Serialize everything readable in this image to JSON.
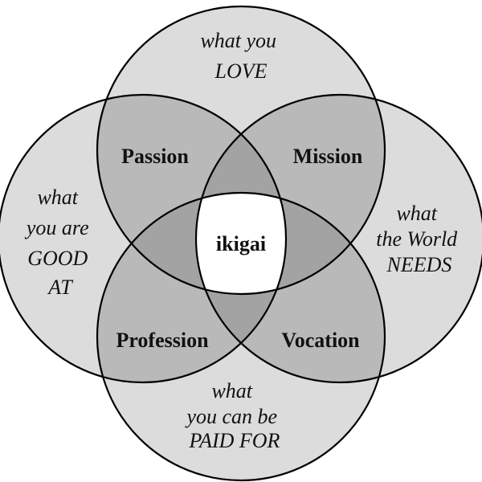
{
  "circles": {
    "top": {
      "lines": [
        "what you",
        "LOVE"
      ]
    },
    "left": {
      "lines": [
        "what",
        "you are",
        "GOOD",
        "AT"
      ]
    },
    "right": {
      "lines": [
        "what",
        "the World",
        "NEEDS"
      ]
    },
    "bottom": {
      "lines": [
        "what",
        "you can be",
        "PAID FOR"
      ]
    }
  },
  "intersections": {
    "passion": "Passion",
    "mission": "Mission",
    "profession": "Profession",
    "vocation": "Vocation"
  },
  "center": "ikigai",
  "colors": {
    "single": "#dcdcdc",
    "double": "#b9b9b9",
    "triple": "#a3a3a3",
    "center": "#ffffff",
    "stroke": "#000000"
  }
}
